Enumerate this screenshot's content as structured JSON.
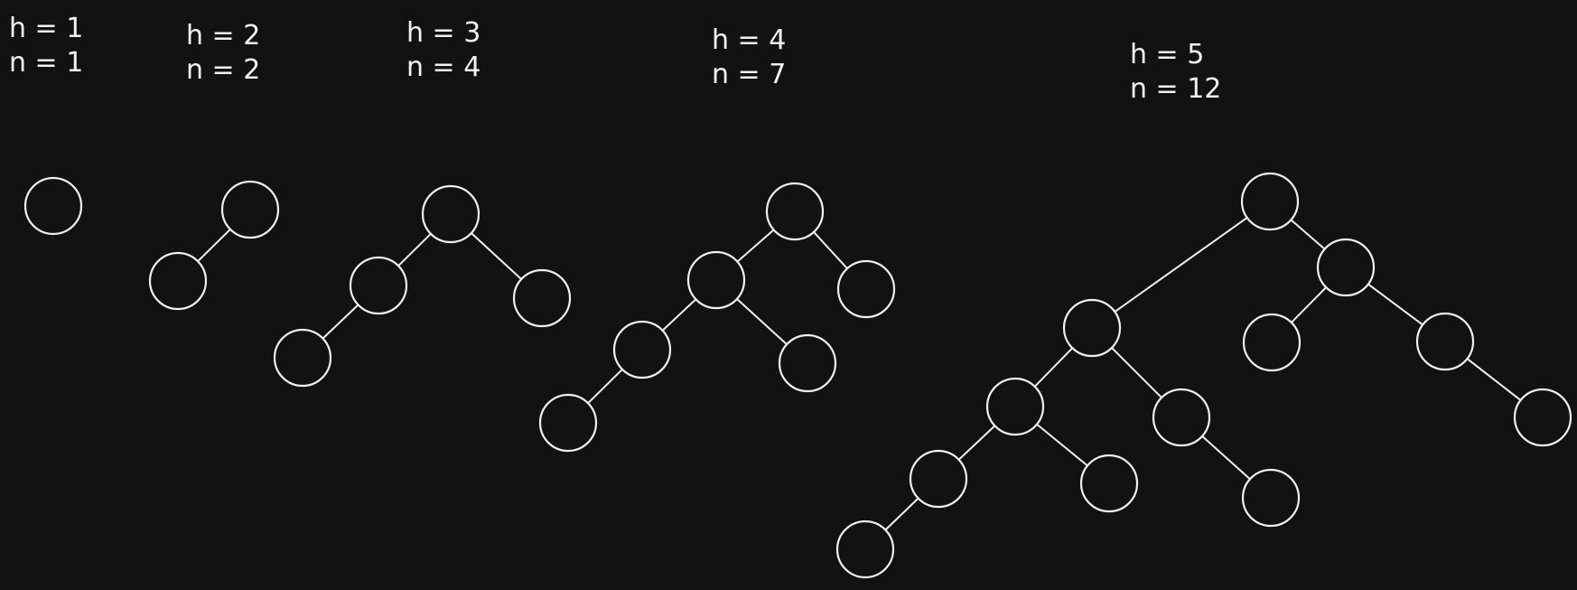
{
  "trees": [
    {
      "h_label": "h = 1",
      "n_label": "n = 1"
    },
    {
      "h_label": "h = 2",
      "n_label": "n = 2"
    },
    {
      "h_label": "h = 3",
      "n_label": "n = 4"
    },
    {
      "h_label": "h = 4",
      "n_label": "n = 7"
    },
    {
      "h_label": "h = 5",
      "n_label": "n = 12"
    }
  ],
  "colors": {
    "background": "#121212",
    "stroke": "#f0f0f0",
    "text": "#f2f2f2"
  }
}
